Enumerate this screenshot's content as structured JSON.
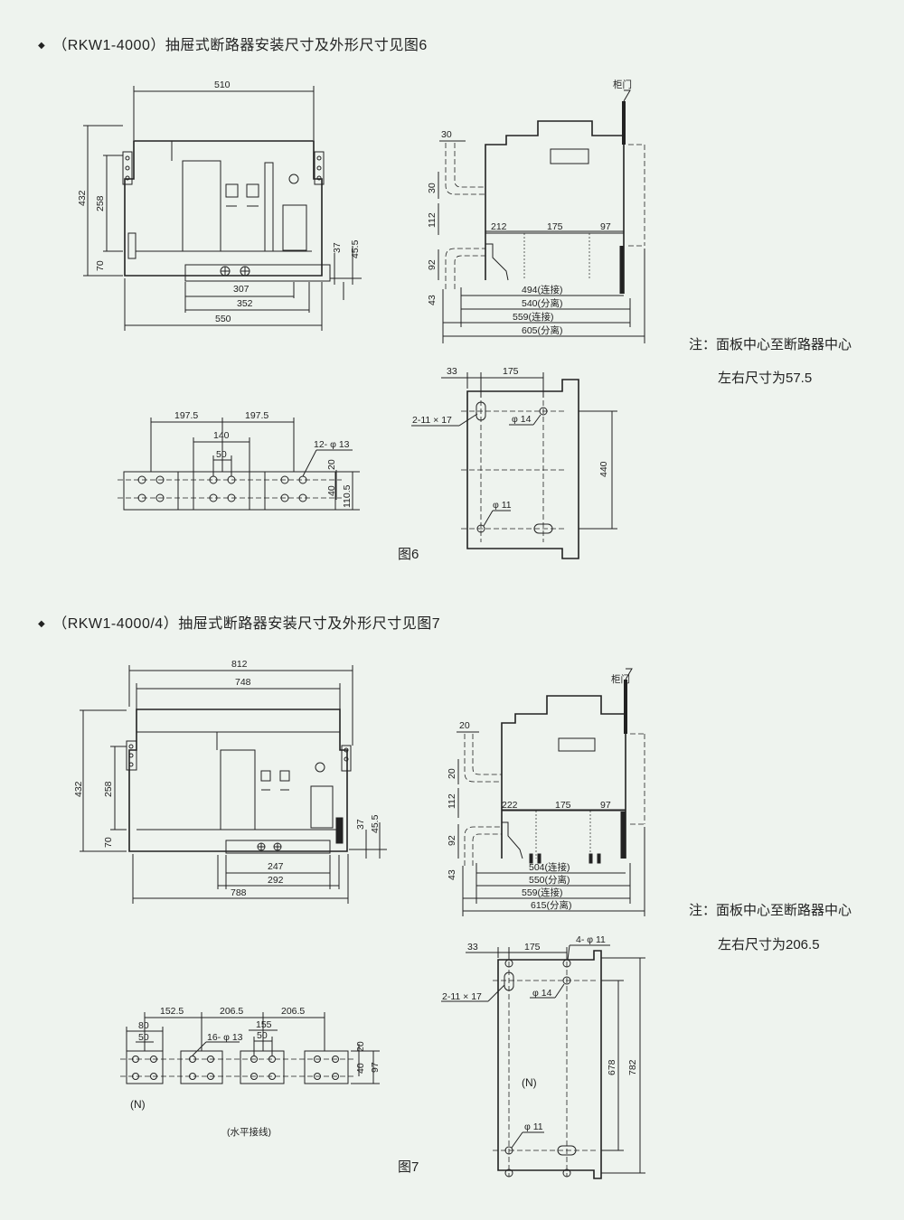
{
  "fig6": {
    "heading": "（RKW1-4000）抽屉式断路器安装尺寸及外形尺寸见图6",
    "label": "图6",
    "note_line1": "注：面板中心至断路器中心",
    "note_line2": "左右尺寸为57.5",
    "door_label": "柜门",
    "front": {
      "d510": "510",
      "d432": "432",
      "d258": "258",
      "d70": "70",
      "d37": "37",
      "d45_5": "45.5",
      "d307": "307",
      "d352": "352",
      "d550": "550"
    },
    "side": {
      "d30a": "30",
      "d30b": "30",
      "d112": "112",
      "d92": "92",
      "d43": "43",
      "d212": "212",
      "d175": "175",
      "d97": "97",
      "d494": "494(连接)",
      "d540": "540(分离)",
      "d559": "559(连接)",
      "d605": "605(分离)"
    },
    "bus": {
      "d197_5a": "197.5",
      "d197_5b": "197.5",
      "d140": "140",
      "d50": "50",
      "holes": "12- φ 13",
      "d20": "20",
      "d40": "40",
      "d110_5": "110.5"
    },
    "base": {
      "d33": "33",
      "d175": "175",
      "slot": "2-11 × 17",
      "d14": "φ 14",
      "d440": "440",
      "d11": "φ 11"
    }
  },
  "fig7": {
    "heading": "（RKW1-4000/4）抽屉式断路器安装尺寸及外形尺寸见图7",
    "label": "图7",
    "note_line1": "注：面板中心至断路器中心",
    "note_line2": "左右尺寸为206.5",
    "door_label": "柜门",
    "front": {
      "d812": "812",
      "d748": "748",
      "d432": "432",
      "d258": "258",
      "d70": "70",
      "d37": "37",
      "d45_5": "45.5",
      "d247": "247",
      "d292": "292",
      "d788": "788"
    },
    "side": {
      "d20a": "20",
      "d20b": "20",
      "d112": "112",
      "d92": "92",
      "d43": "43",
      "d222": "222",
      "d175": "175",
      "d97": "97",
      "d504": "504(连接)",
      "d550": "550(分离)",
      "d559": "559(连接)",
      "d615": "615(分离)"
    },
    "bus": {
      "d152_5": "152.5",
      "d206_5a": "206.5",
      "d206_5b": "206.5",
      "d80": "80",
      "d50a": "50",
      "d155": "155",
      "d50b": "50",
      "holes": "16- φ 13",
      "d20": "20",
      "d40": "40",
      "d97": "97",
      "n": "(N)",
      "caption": "(水平接线)"
    },
    "base": {
      "d33": "33",
      "d175": "175",
      "holes": "4- φ 11",
      "slot": "2-11 × 17",
      "d14": "φ 14",
      "n": "(N)",
      "d678": "678",
      "d782": "782",
      "d11": "φ 11"
    }
  },
  "icons": {
    "bullet": "◆"
  }
}
